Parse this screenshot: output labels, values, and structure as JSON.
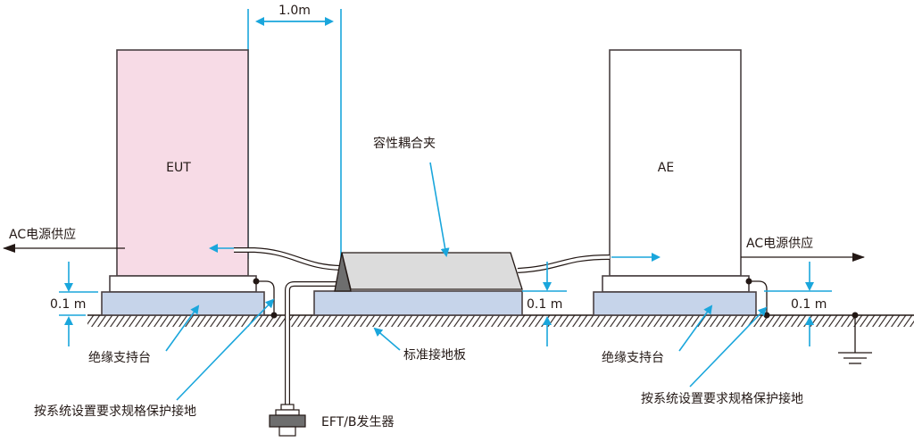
{
  "colors": {
    "eut_fill": "#f7dbe6",
    "ae_fill": "#ffffff",
    "table_fill": "#c6d4ea",
    "clamp_fill": "#dcdcdc",
    "clamp_dark": "#6e6e6e",
    "accent_blue": "#1aa6dc",
    "line": "#231815"
  },
  "labels": {
    "distance": "1.0m",
    "eut": "EUT",
    "ae": "AE",
    "clamp": "容性耦合夹",
    "ac_left": "AC电源供应",
    "ac_right": "AC电源供应",
    "height_left": "0.1 m",
    "height_mid": "0.1 m",
    "height_right": "0.1 m",
    "insulating_left": "绝缘支持台",
    "insulating_right": "绝缘支持台",
    "ground_plane": "标准接地板",
    "protective_ground_left": "按系统设置要求规格保护接地",
    "protective_ground_right": "按系统设置要求规格保护接地",
    "generator": "EFT/B发生器"
  }
}
